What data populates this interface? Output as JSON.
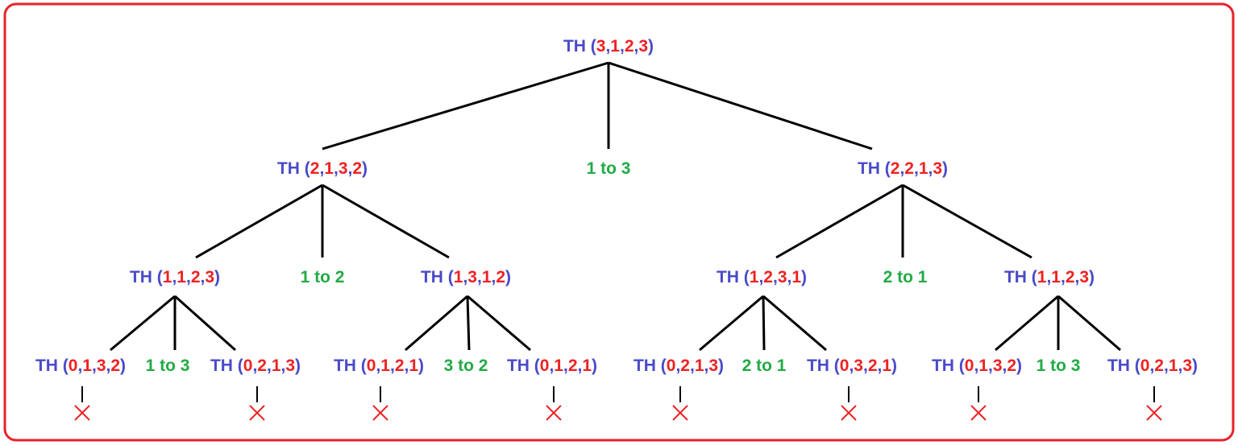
{
  "colors": {
    "frame": "#e8222a",
    "label": "#4a4ac8",
    "digit": "#ee2222",
    "move": "#22aa44",
    "edge": "#000000",
    "cross": "#ee2222"
  },
  "nodes": [
    {
      "label": "TH",
      "args": [
        3,
        1,
        2,
        3
      ]
    },
    {
      "label": "TH",
      "args": [
        2,
        1,
        3,
        2
      ]
    },
    {
      "label": "TH",
      "args": [
        2,
        2,
        1,
        3
      ]
    },
    {
      "label": "TH",
      "args": [
        1,
        1,
        2,
        3
      ]
    },
    {
      "label": "TH",
      "args": [
        1,
        3,
        1,
        2
      ]
    },
    {
      "label": "TH",
      "args": [
        1,
        2,
        3,
        1
      ]
    },
    {
      "label": "TH",
      "args": [
        1,
        1,
        2,
        3
      ]
    },
    {
      "label": "TH",
      "args": [
        0,
        1,
        3,
        2
      ]
    },
    {
      "label": "TH",
      "args": [
        0,
        2,
        1,
        3
      ]
    },
    {
      "label": "TH",
      "args": [
        0,
        1,
        2,
        1
      ]
    },
    {
      "label": "TH",
      "args": [
        0,
        1,
        2,
        1
      ]
    },
    {
      "label": "TH",
      "args": [
        0,
        2,
        1,
        3
      ]
    },
    {
      "label": "TH",
      "args": [
        0,
        3,
        2,
        1
      ]
    },
    {
      "label": "TH",
      "args": [
        0,
        1,
        3,
        2
      ]
    },
    {
      "label": "TH",
      "args": [
        0,
        2,
        1,
        3
      ]
    }
  ],
  "moves": [
    "1 to 3",
    "1 to 2",
    "2 to 1",
    "1 to 3",
    "3 to 2",
    "2 to 1",
    "1 to 3"
  ],
  "terminal_marker": "cross-icon"
}
